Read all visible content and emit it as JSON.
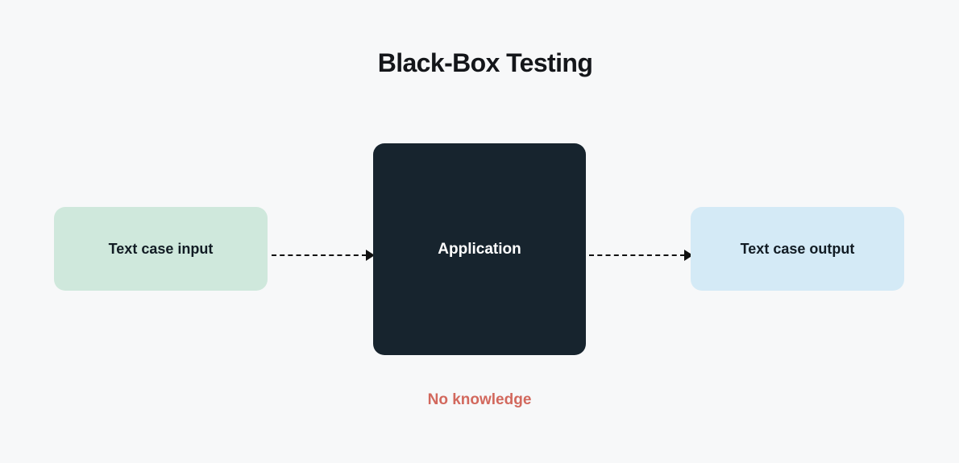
{
  "title": "Black-Box Testing",
  "diagram": {
    "background": "#f7f8f9",
    "input_box": {
      "label": "Text case input",
      "bg": "#cfe8dc",
      "text_color": "#121c24"
    },
    "application_box": {
      "label": "Application",
      "bg": "#17242e",
      "text_color": "#ffffff"
    },
    "output_box": {
      "label": "Text case output",
      "bg": "#d4eaf6",
      "text_color": "#121c24"
    },
    "annotation": {
      "label": "No knowledge",
      "color": "#d2685d"
    },
    "arrows": [
      {
        "name": "input-to-application",
        "style": "dashed",
        "color": "#111111"
      },
      {
        "name": "application-to-output",
        "style": "dashed",
        "color": "#111111"
      }
    ]
  }
}
